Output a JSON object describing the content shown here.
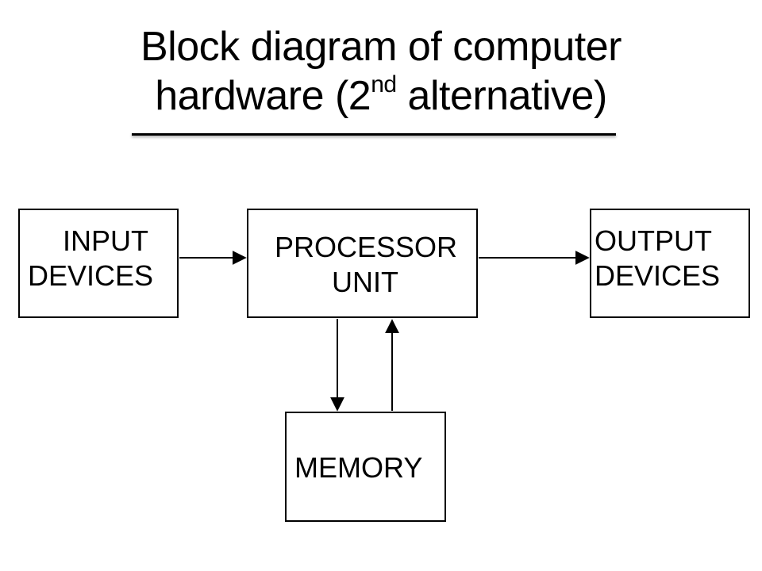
{
  "title": {
    "line1": "Block diagram of computer",
    "line2_before": "hardware (2",
    "line2_sup": "nd",
    "line2_after": " alternative)"
  },
  "blocks": {
    "input": {
      "line1": "INPUT",
      "line2": "DEVICES"
    },
    "processor": {
      "line1": "PROCESSOR",
      "line2": "UNIT"
    },
    "output": {
      "line1": "OUTPUT",
      "line2": "DEVICES"
    },
    "memory": {
      "line1": "MEMORY"
    }
  },
  "connections": [
    {
      "from": "input",
      "to": "processor"
    },
    {
      "from": "processor",
      "to": "output"
    },
    {
      "from": "processor",
      "to": "memory"
    },
    {
      "from": "memory",
      "to": "processor"
    }
  ]
}
